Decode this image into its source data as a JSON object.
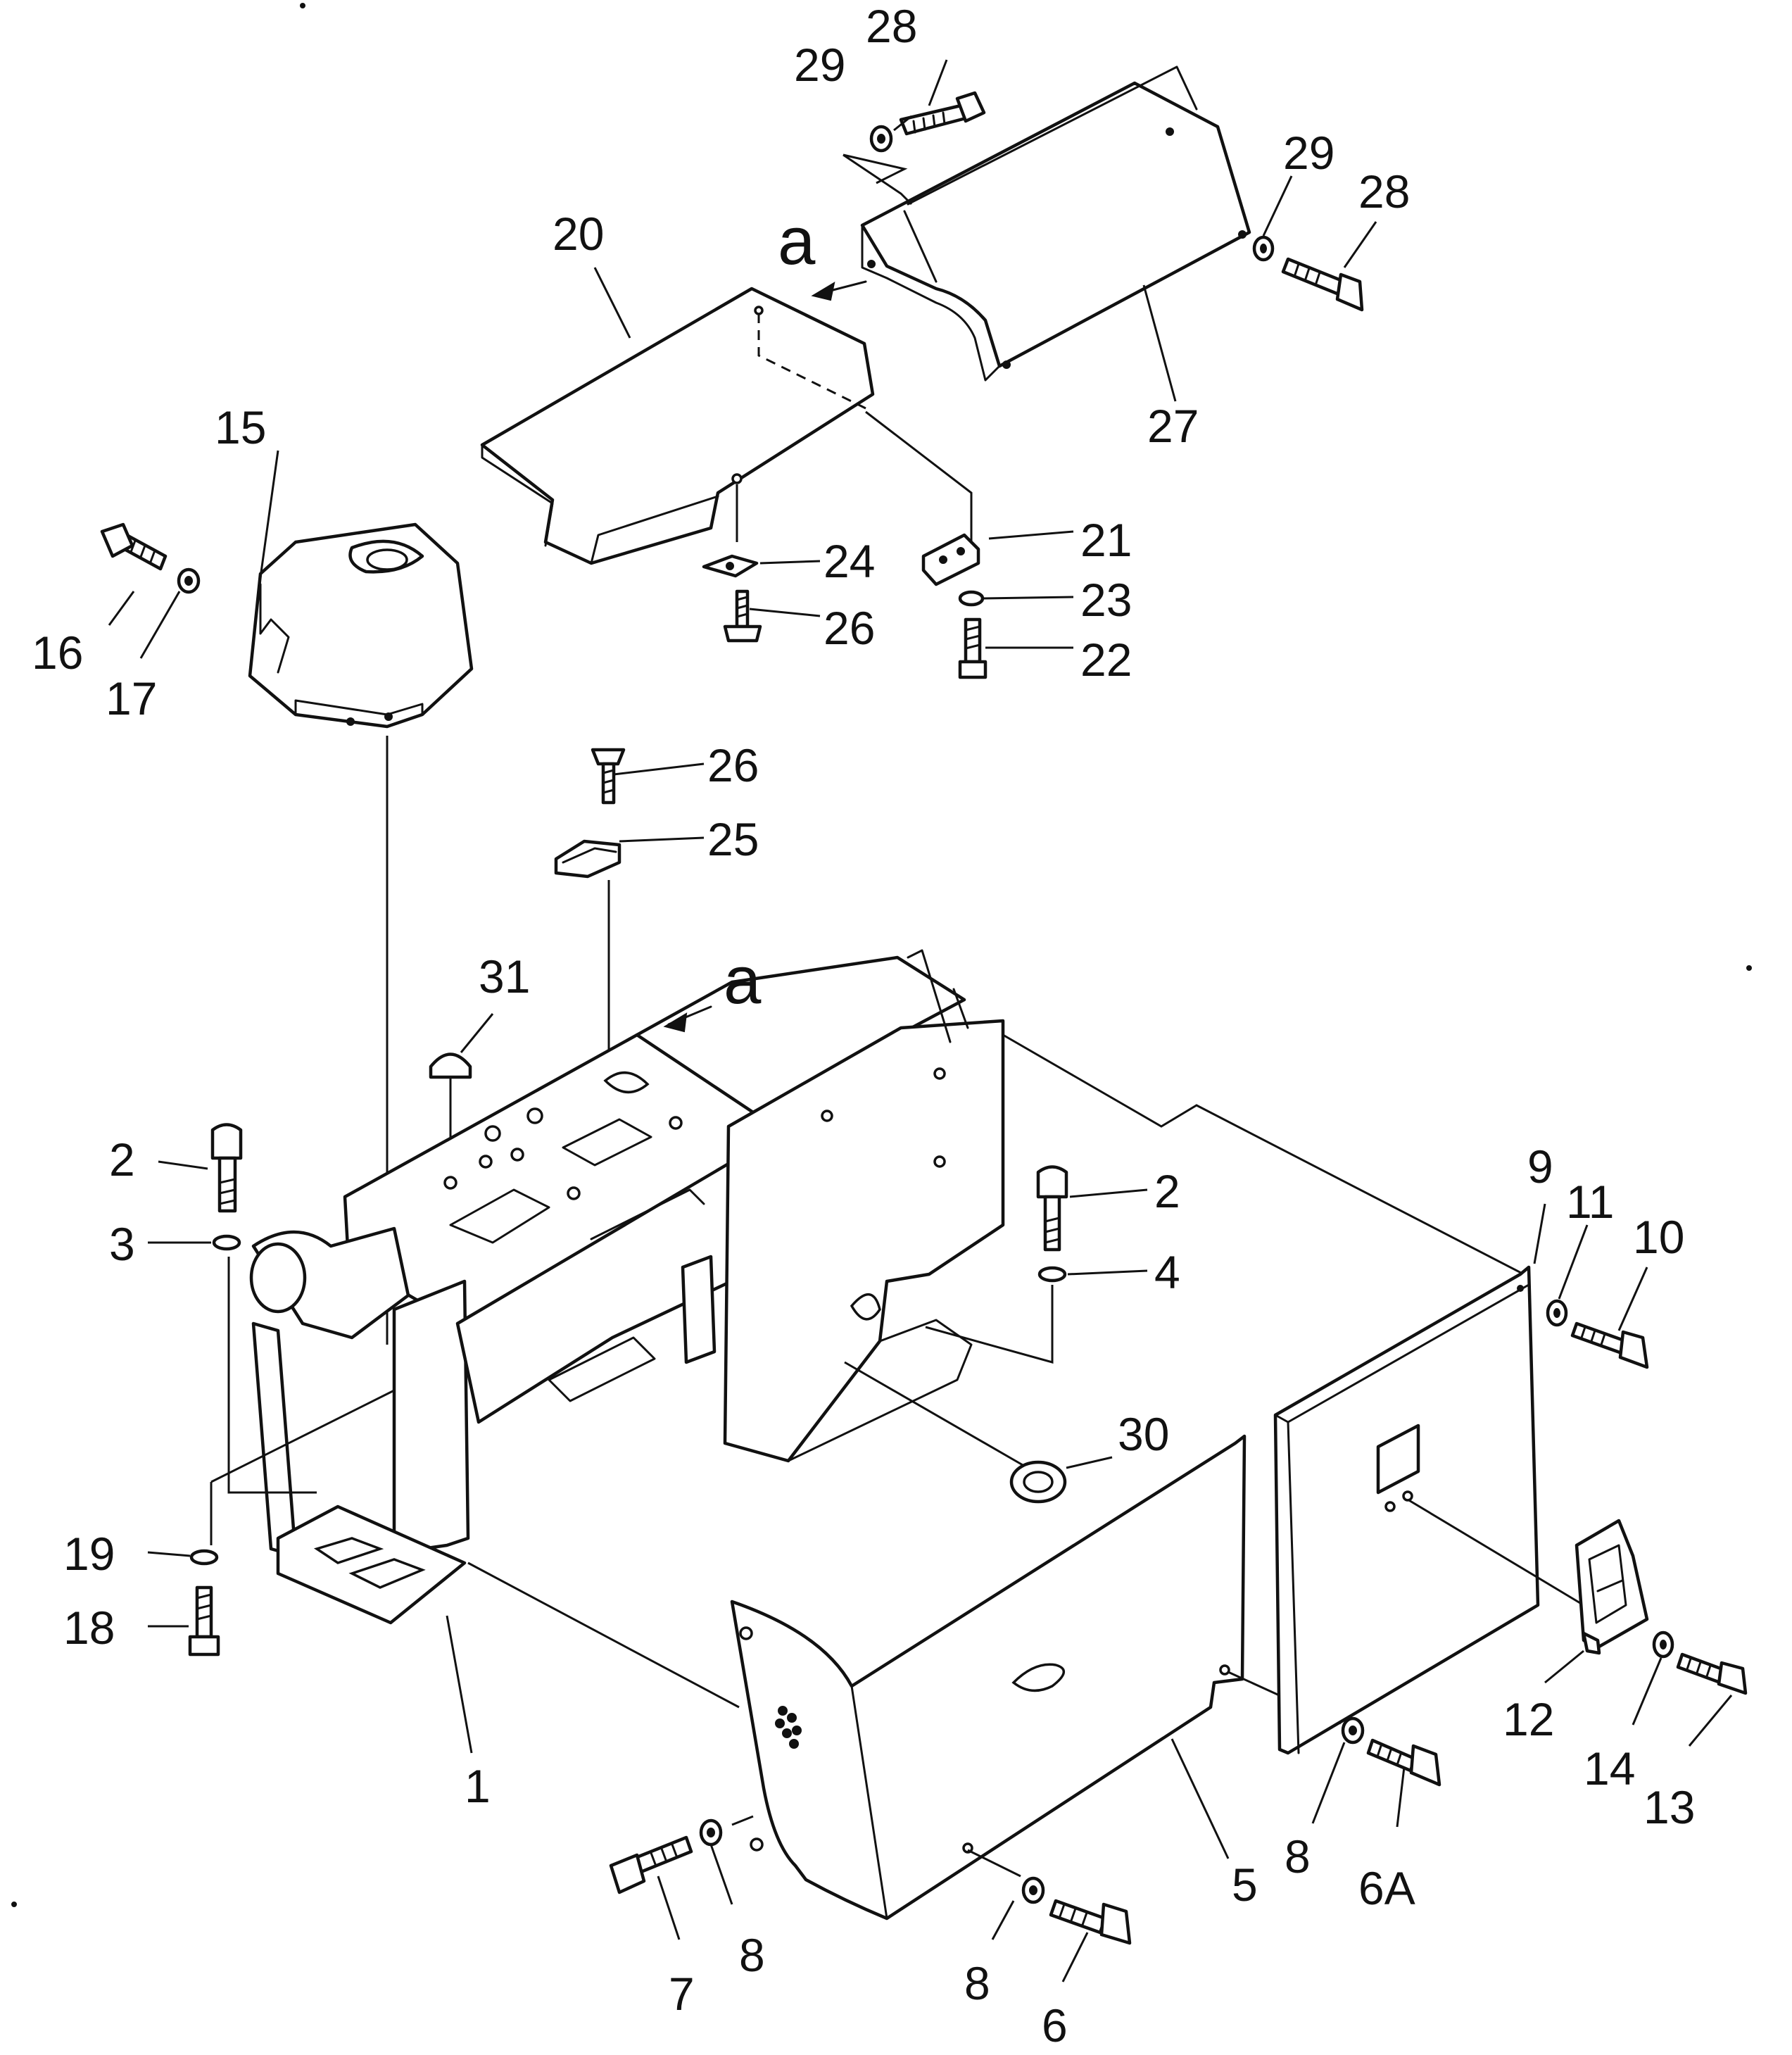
{
  "diagram": {
    "callouts": [
      "1",
      "2",
      "3",
      "4",
      "5",
      "6",
      "6A",
      "7",
      "8",
      "9",
      "10",
      "11",
      "12",
      "13",
      "14",
      "15",
      "16",
      "17",
      "18",
      "19",
      "20",
      "21",
      "22",
      "23",
      "24",
      "25",
      "26",
      "27",
      "28",
      "29",
      "30",
      "31"
    ],
    "view_marker": "a"
  },
  "palette": {
    "line": "#111111",
    "paper": "#ffffff"
  }
}
